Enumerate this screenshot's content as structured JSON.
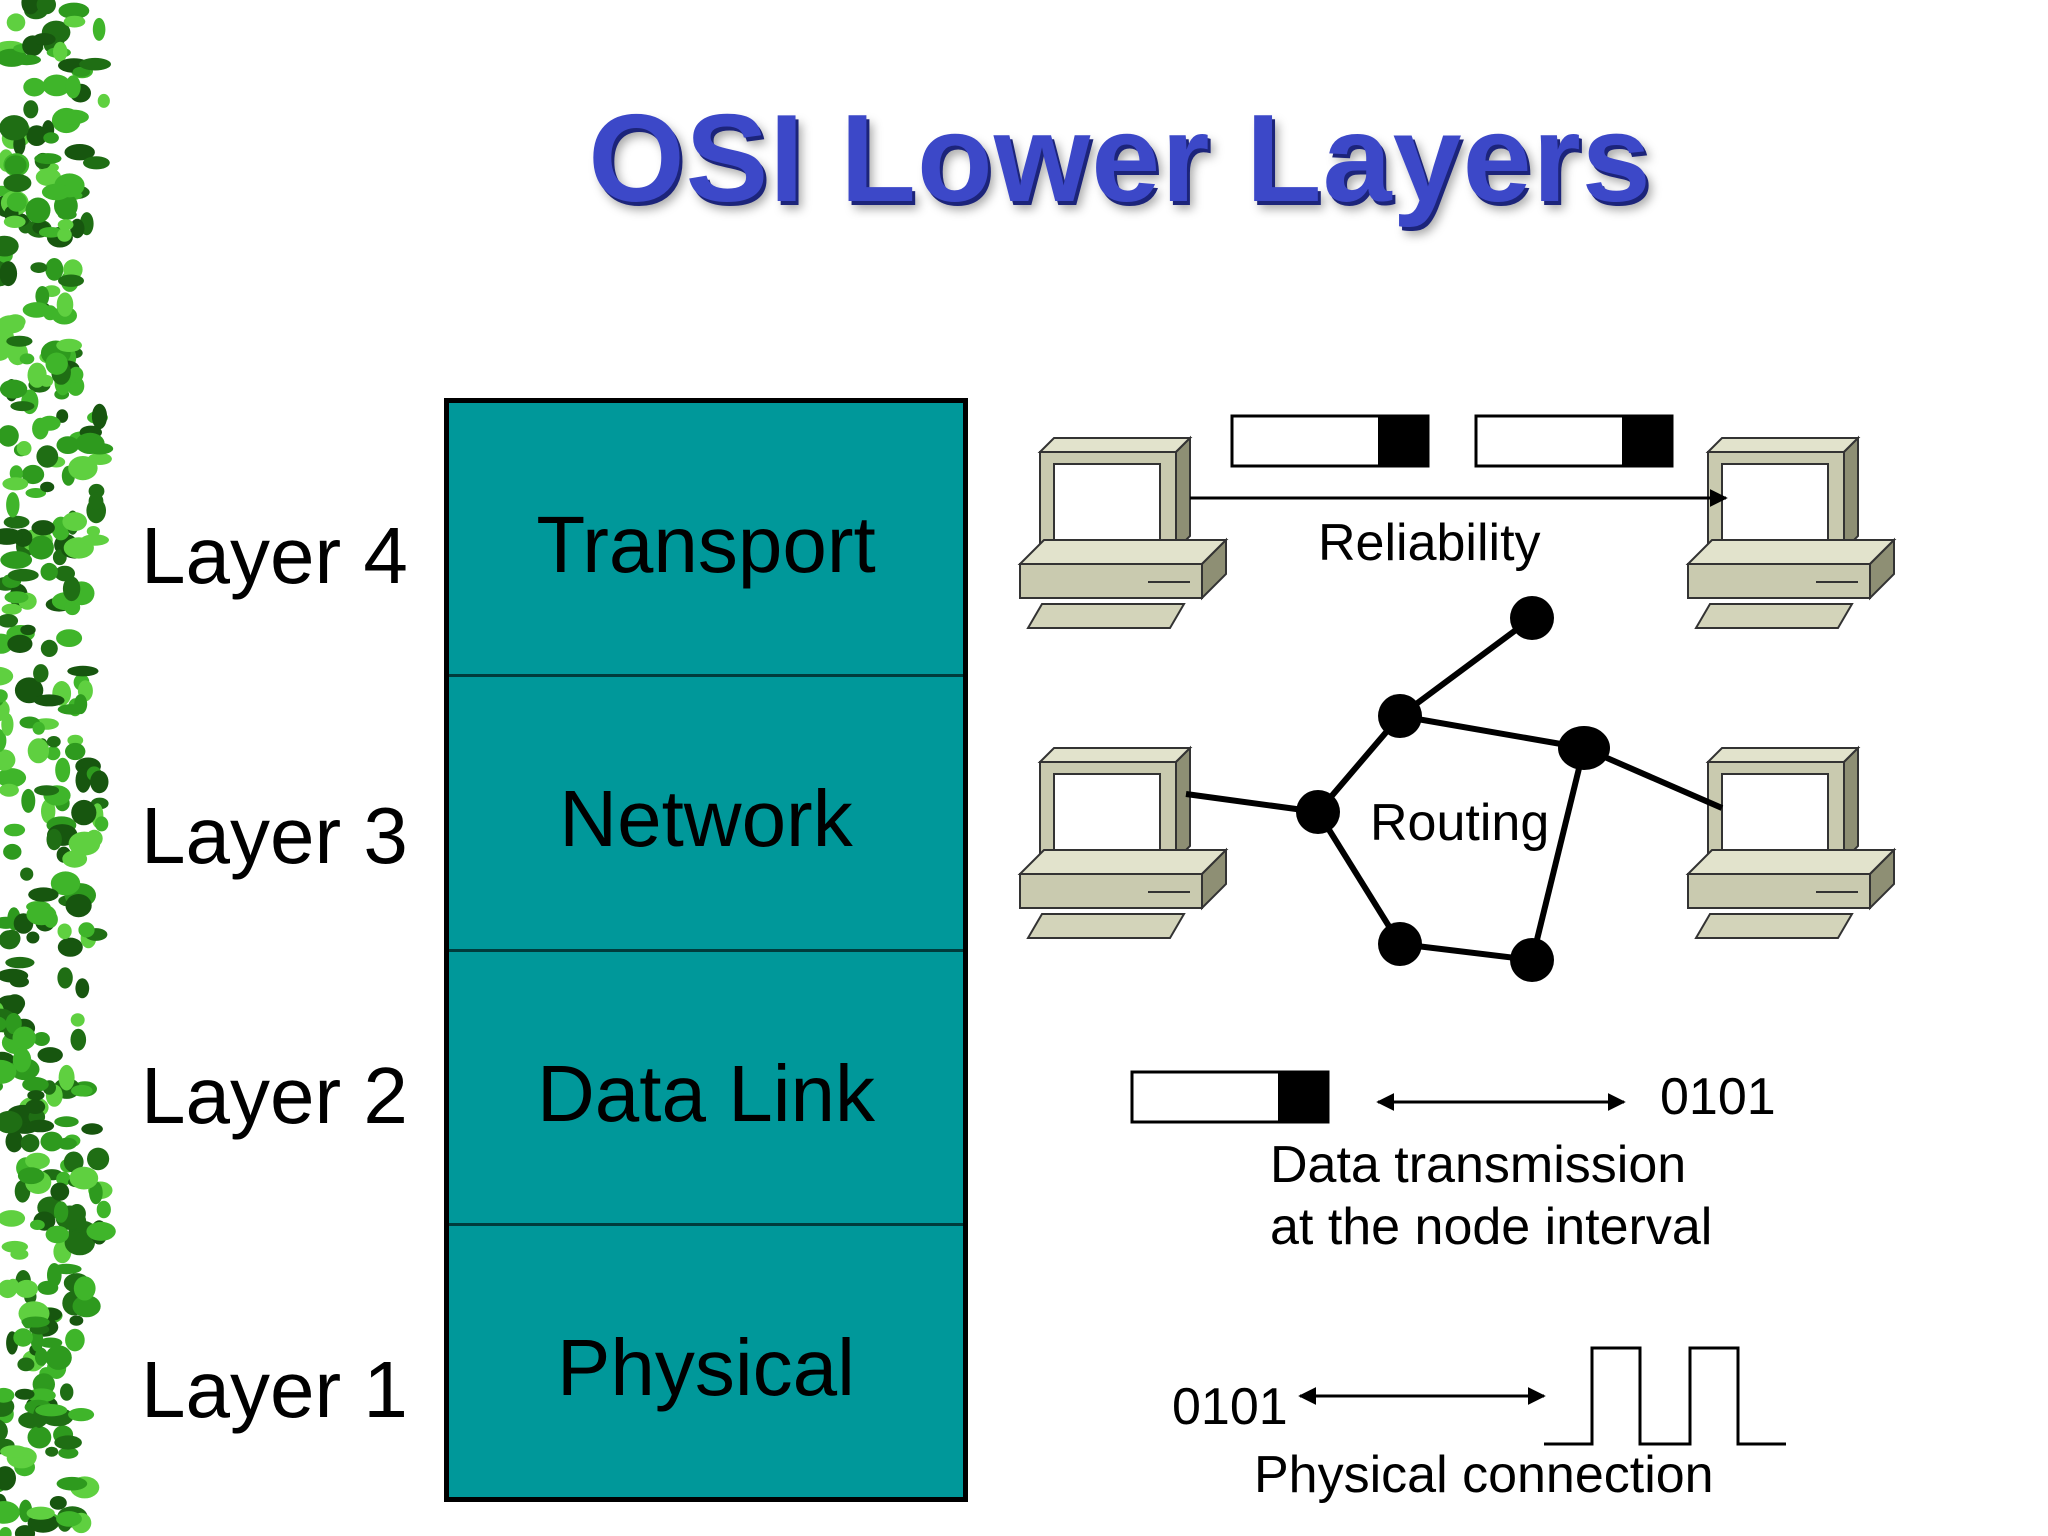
{
  "title": "OSI Lower Layers",
  "layers": [
    {
      "label": "Layer 4",
      "name": "Transport"
    },
    {
      "label": "Layer 3",
      "name": "Network"
    },
    {
      "label": "Layer 2",
      "name": "Data Link"
    },
    {
      "label": "Layer 1",
      "name": "Physical"
    }
  ],
  "illustrations": {
    "transport_caption": "Reliability",
    "network_caption": "Routing",
    "datalink_bits": "0101",
    "datalink_caption_line1": "Data transmission",
    "datalink_caption_line2": "at the node interval",
    "physical_bits": "0101",
    "physical_caption": "Physical connection"
  },
  "colors": {
    "title": "#3c48c8",
    "stack_fill": "#00989a",
    "computer_body": "#c9caaf",
    "vine": "#2e9a1e"
  }
}
